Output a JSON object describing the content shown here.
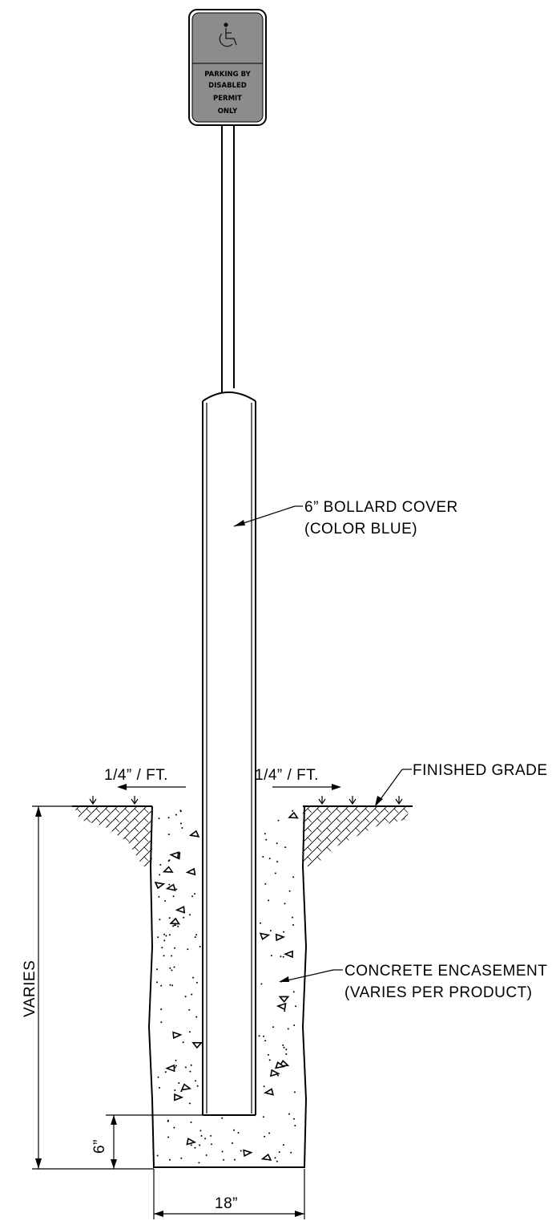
{
  "sign": {
    "line1": "PARKING BY",
    "line2": "DISABLED",
    "line3": "PERMIT",
    "line4": "ONLY",
    "icon": "wheelchair-accessibility-icon"
  },
  "labels": {
    "bollard_cover_line1": "6” BOLLARD COVER",
    "bollard_cover_line2": "(COLOR BLUE)",
    "slope_left": "1/4” / FT.",
    "slope_right": "1/4” / FT.",
    "finished_grade": "FINISHED GRADE",
    "concrete_line1": "CONCRETE ENCASEMENT",
    "concrete_line2": "(VARIES PER PRODUCT)",
    "depth": "VARIES",
    "bottom_clearance": "6”",
    "width": "18”"
  },
  "colors": {
    "sign_panel": "#8c8c8c",
    "line": "#000000"
  }
}
